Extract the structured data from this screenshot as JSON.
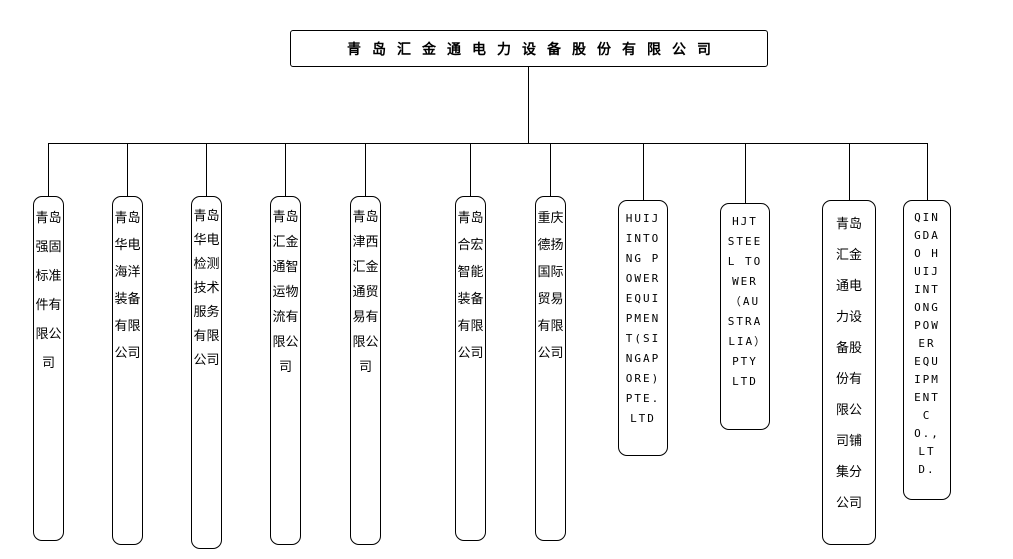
{
  "org": {
    "root": {
      "name": "青岛汇金通电力设备股份有限公司"
    },
    "subsidiaries": [
      {
        "name": "青岛强固标准件有限公司"
      },
      {
        "name": "青岛华电海洋装备有限公司"
      },
      {
        "name": "青岛华电检测技术服务有限公司"
      },
      {
        "name": "青岛汇金通智运物流有限公司"
      },
      {
        "name": "青岛津西汇金通贸易有限公司"
      },
      {
        "name": "青岛合宏智能装备有限公司"
      },
      {
        "name": "重庆德扬国际贸易有限公司"
      },
      {
        "name": "HUIJINTONG POWER EQUIPMENT(SINGAPORE)PTE.LTD"
      },
      {
        "name": "HJT STEEL TOWER（AUSTRALIA）PTY LTD"
      },
      {
        "name": "青岛汇金通电力设备股份有限公司铺集分公司"
      },
      {
        "name": "QINGDAO HUIJINTONG POWER EQUIPMENT CO.,LTD."
      }
    ]
  },
  "colors": {
    "background": "#ffffff",
    "line": "#000000",
    "box_border": "#000000",
    "text": "#000000"
  }
}
